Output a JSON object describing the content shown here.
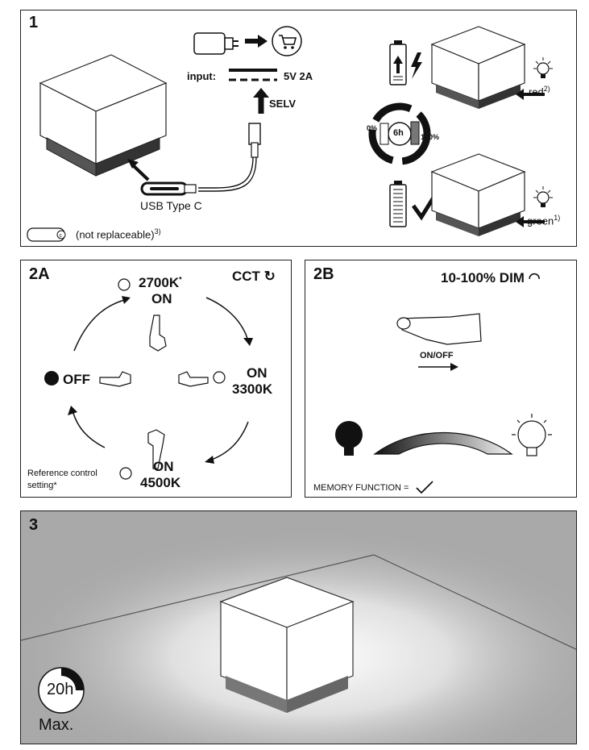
{
  "panel1": {
    "number": "1",
    "input_label": "input:",
    "input_value": "5V 2A",
    "selv": "SELV",
    "usb_label": "USB Type C",
    "battery_note": "(not replaceable)",
    "battery_note_sup": "3)",
    "charge_min": "0%",
    "charge_max": "100%",
    "charge_time": "6h",
    "red_label": "red",
    "red_sup": "2)",
    "green_label": "green",
    "green_sup": "1)"
  },
  "panel2a": {
    "number": "2A",
    "cct_label": "CCT",
    "state_top_temp": "2700K",
    "state_top_star": "*",
    "state_top_on": "ON",
    "state_right_on": "ON",
    "state_right_temp": "3300K",
    "state_bottom_on": "ON",
    "state_bottom_temp": "4500K",
    "state_left_off": "OFF",
    "reference_line1": "Reference control",
    "reference_line2": "setting*"
  },
  "panel2b": {
    "number": "2B",
    "dim_range": "10-100%",
    "dim_label": "DIM",
    "onoff": "ON/OFF",
    "memory": "MEMORY FUNCTION ="
  },
  "panel3": {
    "number": "3",
    "runtime": "20h",
    "max_label": "Max."
  },
  "colors": {
    "border": "#222222",
    "scene_bg": "#a9a9a9",
    "cube_face": "#ffffff",
    "cube_base": "#777777"
  }
}
